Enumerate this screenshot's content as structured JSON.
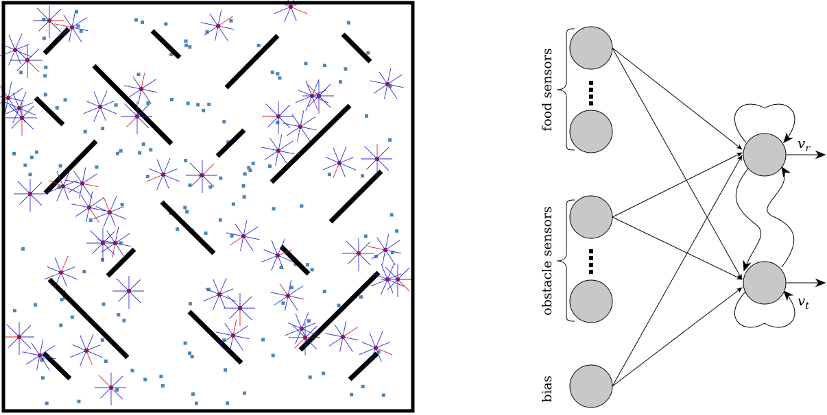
{
  "figure": {
    "left_panel": {
      "arena_border_color": "#000000",
      "food_color": "#4a86b8",
      "robot_body_color": "#8b1a5a",
      "sensor_ray_color": "#2b2bd6",
      "sensor_hit_color": "#e0231f"
    },
    "right_panel": {
      "node_fill": "#c8c8c8",
      "group_labels": {
        "food": "food sensors",
        "obstacle": "obstacle sensors",
        "bias": "bias"
      },
      "outputs": {
        "vr_main": "v",
        "vr_sub": "r",
        "vt_main": "v",
        "vt_sub": "t"
      }
    }
  }
}
